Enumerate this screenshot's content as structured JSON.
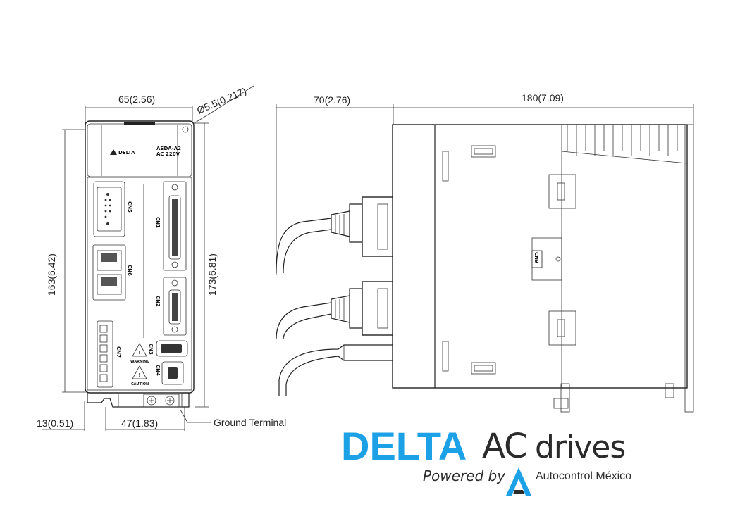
{
  "dimensions": {
    "front_width": "65(2.56)",
    "hole_diameter": "Ø5.5(0.217)",
    "front_height": "163(6.42)",
    "total_height": "173(6.81)",
    "bottom_offset": "13(0.51)",
    "terminal_width": "47(1.83)",
    "cable_depth": "70(2.76)",
    "body_depth": "180(7.09)"
  },
  "labels": {
    "ground_terminal": "Ground Terminal",
    "cn5": "CN5",
    "cn1": "CN1",
    "cn6": "CN6",
    "cn2": "CN2",
    "cn7": "CN7",
    "cn3": "CN3",
    "cn4": "CN4",
    "cn9": "CN9",
    "warning": "WARNING",
    "caution": "CAUTION",
    "front_brand": "DELTA",
    "front_model": "ASDA-A2",
    "front_voltage": "AC 220V"
  },
  "logo": {
    "brand": "DELTA",
    "ac": "AC",
    "drives": "drives",
    "powered_by": "Powered by",
    "company": "Autocontrol México",
    "brand_color": "#1da1e6",
    "text_color": "#2b2b2b",
    "mark_icon": "autocontrol-a-icon"
  }
}
